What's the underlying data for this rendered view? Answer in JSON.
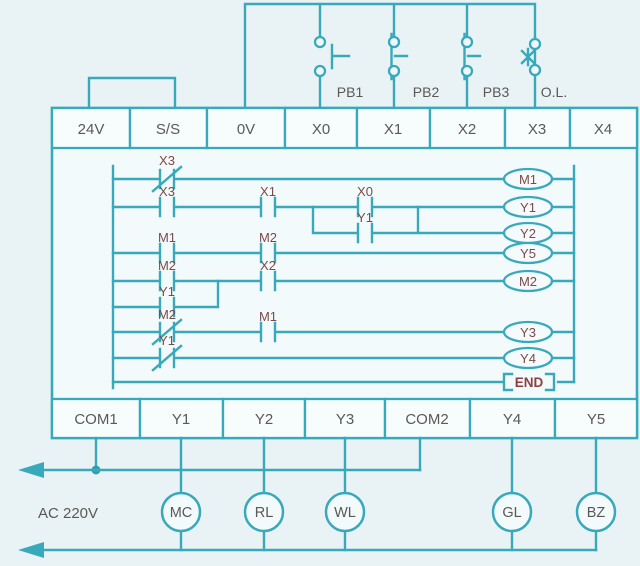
{
  "colors": {
    "line_teal": "#38a9bb",
    "background": "#e9f3f5",
    "terminal_text": "#5b5856",
    "ladder_text": "#7c4a48",
    "end_text": "#8d4040"
  },
  "power_supply": {
    "ac_label": "AC 220V"
  },
  "plc": {
    "top_terminals": [
      "24V",
      "S/S",
      "0V",
      "X0",
      "X1",
      "X2",
      "X3",
      "X4"
    ],
    "bottom_terminals": [
      "COM1",
      "Y1",
      "Y2",
      "Y3",
      "COM2",
      "Y4",
      "Y5"
    ]
  },
  "inputs": {
    "pb1": "PB1",
    "pb2": "PB2",
    "pb3": "PB3",
    "ol": "O.L."
  },
  "outputs": {
    "mc": "MC",
    "rl": "RL",
    "wl": "WL",
    "gl": "GL",
    "bz": "BZ"
  },
  "ladder": {
    "rung1": {
      "c1": "X3",
      "coil": "M1"
    },
    "rung2": {
      "c1": "X3",
      "c2": "X1",
      "c3": "X0",
      "parallel": "Y1",
      "coil": "Y1",
      "coil2": "Y2"
    },
    "rung3": {
      "c1": "M1",
      "c2": "M2",
      "coil": "Y5"
    },
    "rung4": {
      "c1": "M2",
      "c2": "X2",
      "parallel": "Y1",
      "coil": "M2"
    },
    "rung5": {
      "c1": "M2",
      "c2": "M1",
      "coil": "Y3"
    },
    "rung6": {
      "c1": "Y1",
      "coil": "Y4"
    },
    "end_marker": "END"
  }
}
